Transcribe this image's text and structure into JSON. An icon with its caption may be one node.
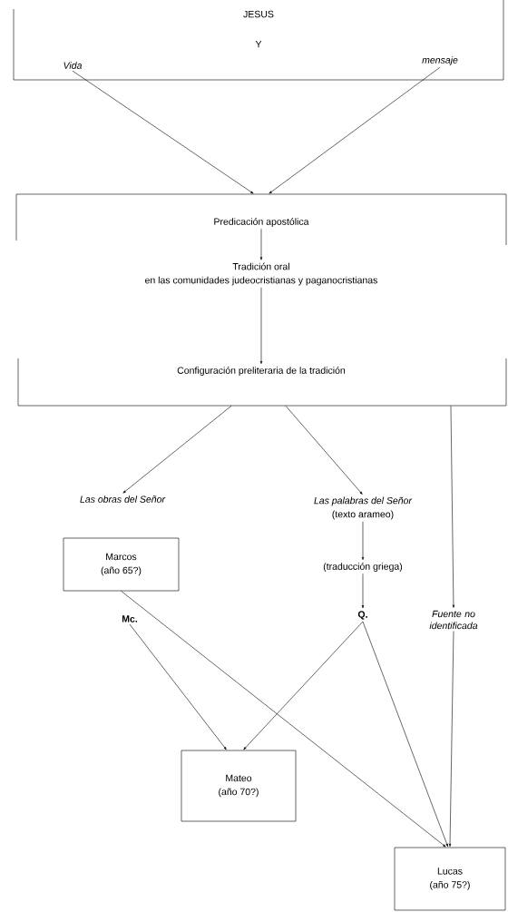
{
  "diagram": {
    "nodes": [
      {
        "text": [
          "JESUS",
          "Y"
        ]
      },
      {
        "text": [
          "Vida"
        ],
        "in": 0
      },
      {
        "text": [
          "mensaje"
        ],
        "in": 0
      },
      {
        "text": [],
        "shape": "box"
      },
      {
        "text": [
          "Predicación apostólica"
        ],
        "in": 3
      },
      {
        "text": [
          "Tradición oral",
          "en las comunidades judeocristianas y paganocristianas"
        ],
        "in": 3
      },
      {
        "text": [
          "Configuración preliteraria de la tradición"
        ],
        "in": 3
      },
      {
        "text": [
          "Las obras del Señor"
        ]
      },
      {
        "text": [
          "Las palabras del Señor",
          "(texto arameo)"
        ]
      },
      {
        "text": [
          "Marcos",
          "(año 65?)"
        ]
      },
      {
        "text": [
          "(traducción griega)"
        ]
      },
      {
        "text": [
          "Q."
        ]
      },
      {
        "text": [
          "Fuente no identificada"
        ]
      },
      {
        "text": [
          "Mc."
        ]
      },
      {
        "text": [
          "Mateo",
          "(año 70?)"
        ]
      },
      {
        "text": [
          "Lucas",
          "(año 75?)"
        ]
      }
    ],
    "edges": [
      {
        "from": 1,
        "to": 3,
        "arrow": "to"
      },
      {
        "from": 2,
        "to": 3,
        "arrow": "to"
      },
      {
        "from": 4,
        "to": 5,
        "arrow": "to"
      },
      {
        "from": 5,
        "to": 6,
        "arrow": "to"
      },
      {
        "from": 3,
        "to": 7,
        "arrow": "to"
      },
      {
        "from": 3,
        "to": 8,
        "arrow": "to"
      },
      {
        "from": 8,
        "to": 10,
        "arrow": "to"
      },
      {
        "from": 10,
        "to": 11,
        "arrow": "to"
      },
      {
        "from": 3,
        "to": 12,
        "arrow": "to"
      },
      {
        "from": 13,
        "to": 14,
        "arrow": "to"
      },
      {
        "from": 9,
        "to": 15,
        "arrow": "to"
      },
      {
        "from": 11,
        "to": 14,
        "arrow": "to"
      },
      {
        "from": 11,
        "to": 15,
        "arrow": "to"
      },
      {
        "from": 12,
        "to": 15,
        "arrow": "to"
      }
    ]
  }
}
